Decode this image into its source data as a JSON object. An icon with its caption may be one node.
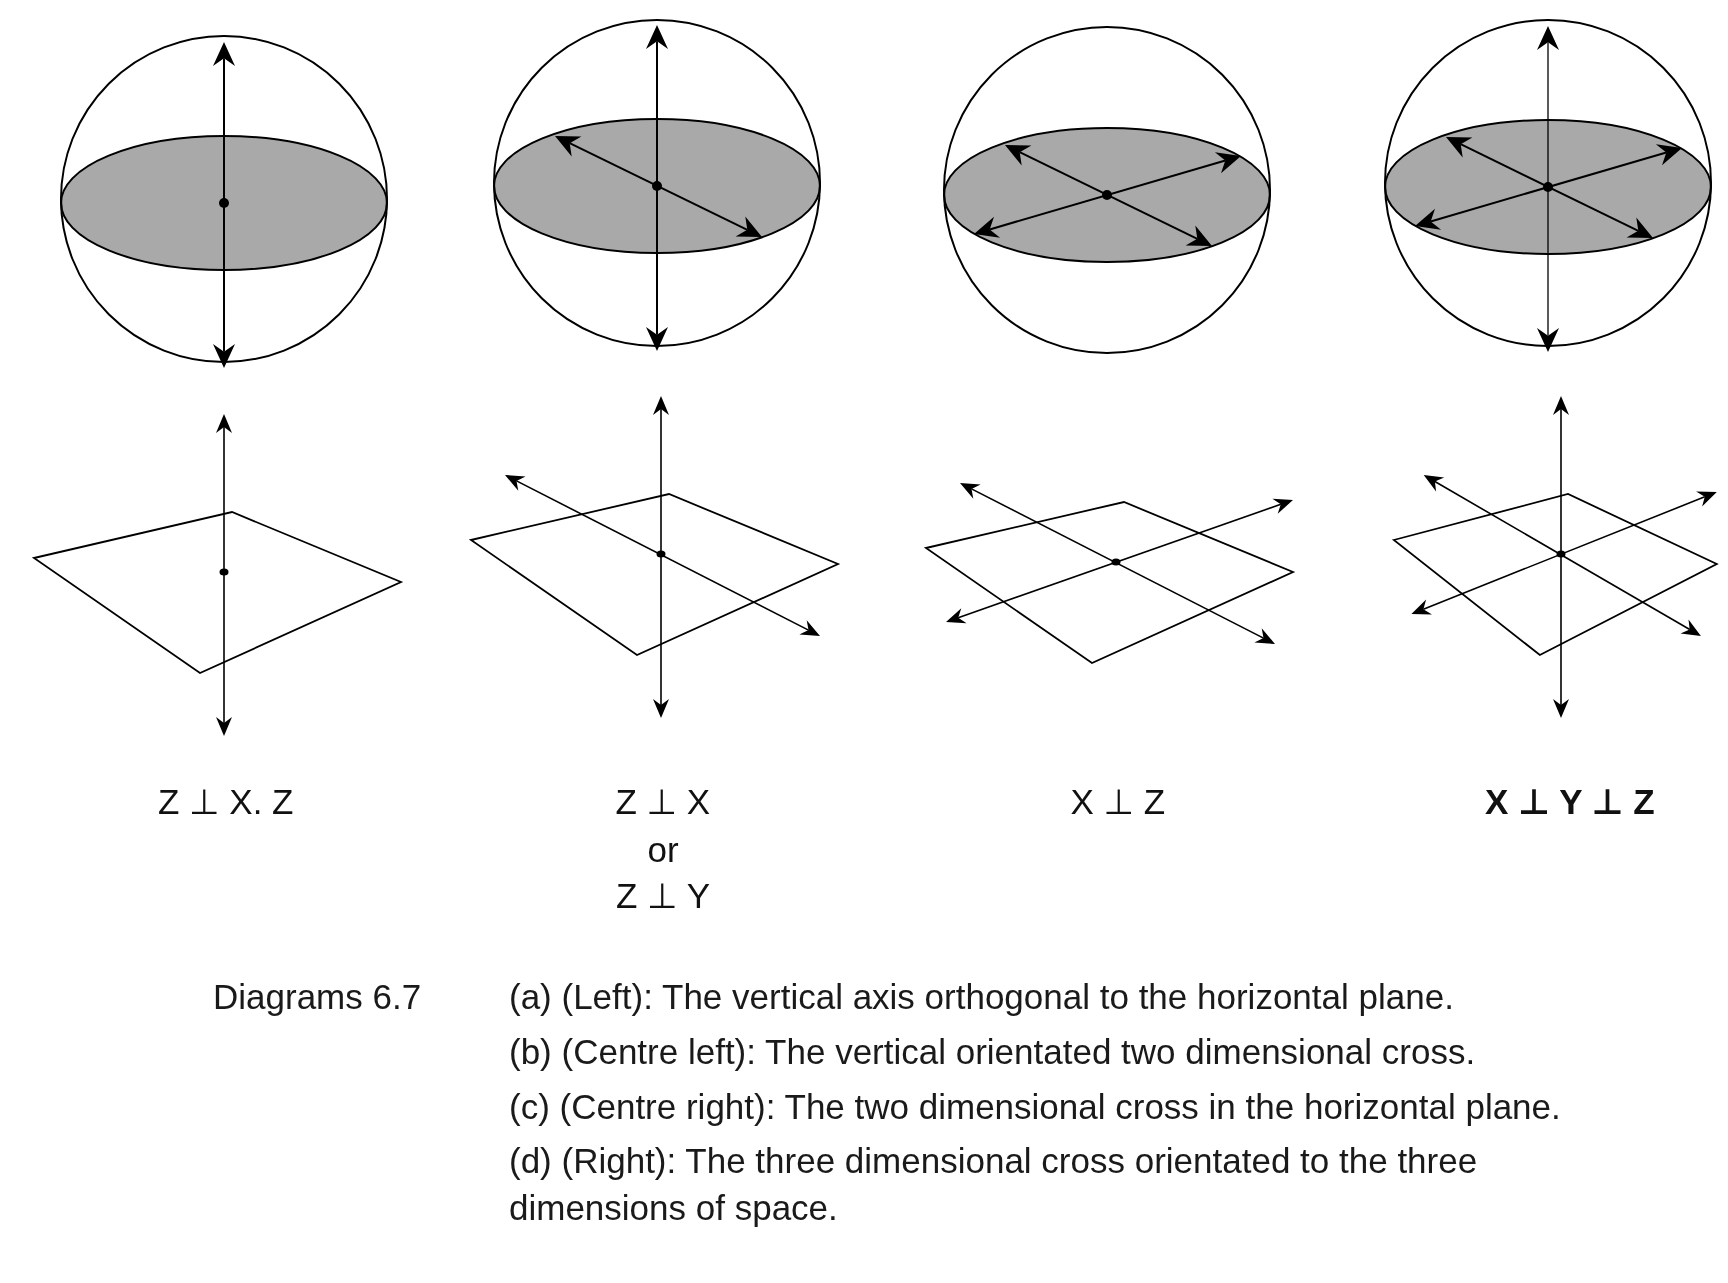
{
  "diagram": {
    "labels": [
      "Z ⊥ X. Z",
      "Z ⊥ X",
      "or",
      "Z ⊥ Y",
      "X ⊥ Z",
      "X ⊥ Y ⊥ Z",
      "Diagrams 6.7",
      "(a) (Left): The vertical axis orthogonal to the horizontal plane.",
      "(b) (Centre left): The vertical orientated two dimensional cross.",
      "(c) (Centre right): The two dimensional cross in the horizontal plane.",
      "(d) (Right): The three dimensional cross orientated to the three dimensions of space."
    ]
  }
}
